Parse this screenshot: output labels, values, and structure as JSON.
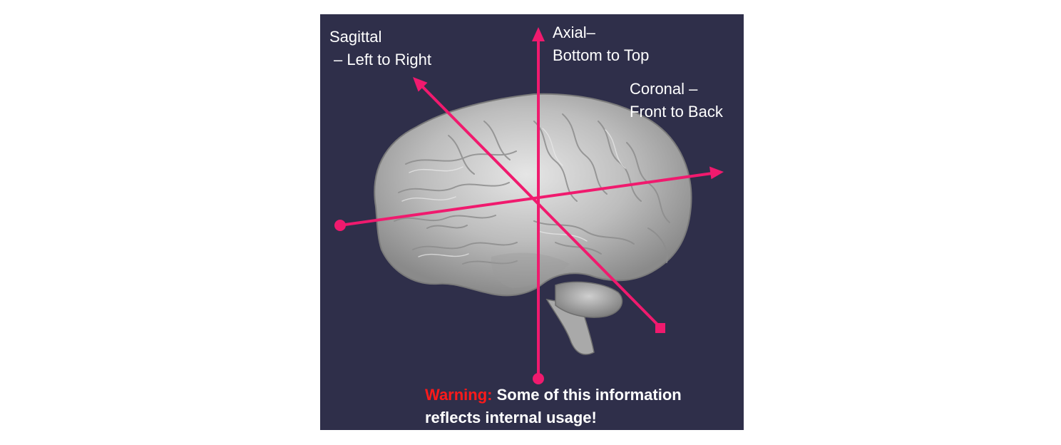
{
  "diagram": {
    "labels": {
      "sagittal": [
        "Sagittal",
        "– Left to Right"
      ],
      "axial": [
        "Axial–",
        "Bottom to Top"
      ],
      "coronal": [
        "Coronal –",
        "Front to Back"
      ]
    },
    "warning": {
      "prefix": "Warning:",
      "line1": "Some of this information",
      "line2": "reflects internal usage!"
    }
  },
  "colors": {
    "background": "#2f2f4a",
    "axis": "#f01a6e",
    "brain": "#b8b8b8",
    "text": "#ffffff",
    "warning": "#ff1a1a"
  },
  "icons": [
    "brain-image",
    "arrow-head",
    "circle-endpoint",
    "square-endpoint"
  ]
}
